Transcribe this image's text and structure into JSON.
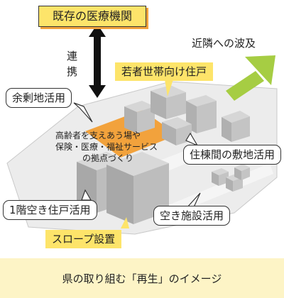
{
  "caption": "県の取り組む「再生」のイメージ",
  "labels": {
    "hospital": "既存の医療機関",
    "renkei": [
      "連",
      "携"
    ],
    "youth_housing": "若者世帯向け住戸",
    "neighborhood_spread": "近隣への波及",
    "surplus_land": "余剰地活用",
    "hub_text": [
      "高齢者を支えあう場や",
      "保険・医療・福祉サービス",
      "の拠点づくり"
    ],
    "between_buildings": "住棟間の敷地活用",
    "first_floor": "1階空き住戸活用",
    "vacant_facility": "空き施設活用",
    "slope": "スロープ設置"
  },
  "colors": {
    "highlight_yellow": "#fde46a",
    "caption_bg": "#fdf4c6",
    "arrow_green": "#a6cd43",
    "building_gray": "#b8b8b8",
    "ground": "#e8e8e8",
    "orange_hub": "#f2a23c"
  }
}
